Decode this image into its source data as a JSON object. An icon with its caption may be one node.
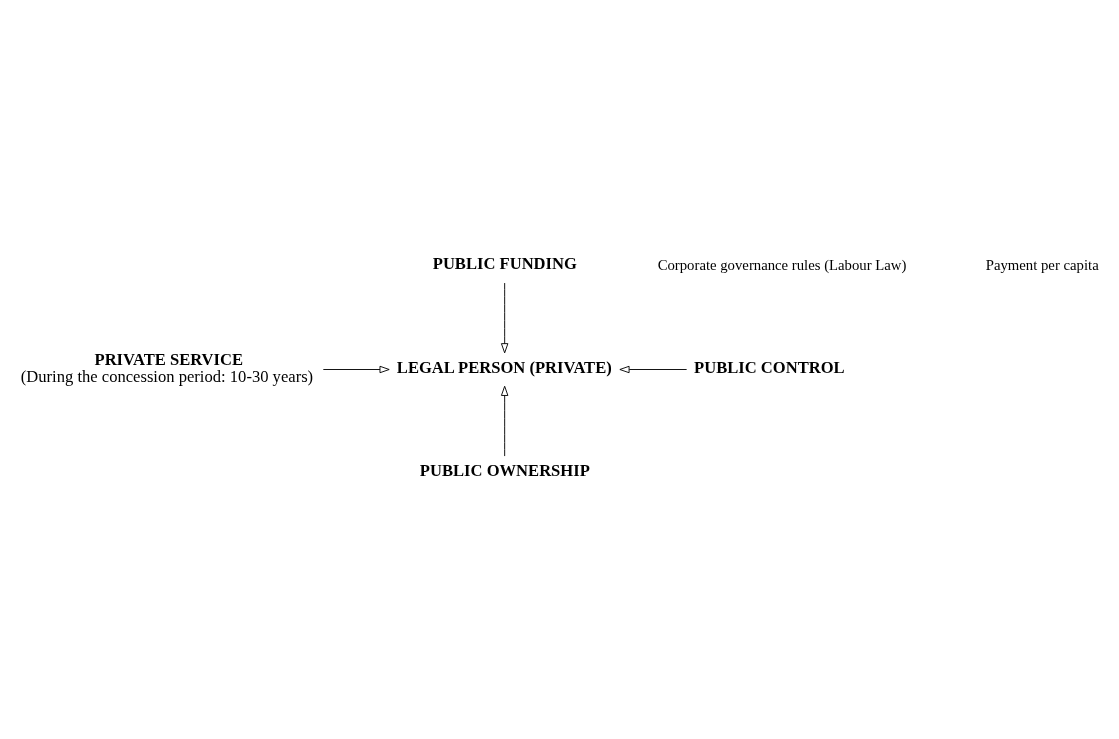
{
  "diagram": {
    "nodes": [
      {
        "text": [
          "PUBLIC FUNDING"
        ]
      },
      {
        "text": [
          "PRIVATE SERVICE",
          "(During the concession period: 10-30 years)"
        ]
      },
      {
        "text": [
          "LEGAL PERSON (PRIVATE)"
        ]
      },
      {
        "text": [
          "PUBLIC CONTROL"
        ]
      },
      {
        "text": [
          "PUBLIC OWNERSHIP"
        ]
      }
    ],
    "edges": [
      {
        "from": 0,
        "to": 2,
        "arrow": "to"
      },
      {
        "from": 1,
        "to": 2,
        "arrow": "to"
      },
      {
        "from": 3,
        "to": 2,
        "arrow": "to"
      },
      {
        "from": 4,
        "to": 2,
        "arrow": "to"
      }
    ],
    "labels": [
      "Corporate governance rules (Labour Law)",
      "Payment per capita"
    ]
  }
}
